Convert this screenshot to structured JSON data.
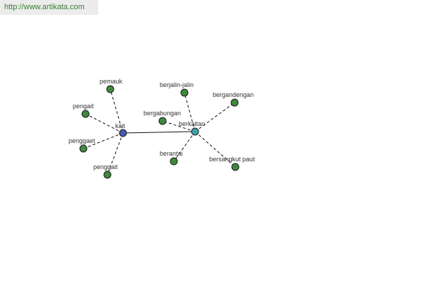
{
  "site_url": "http://www.artikata.com",
  "graph": {
    "hubs": [
      {
        "id": "kait",
        "label": "kait",
        "color": "#4a5aa8"
      },
      {
        "id": "berkaitan",
        "label": "berkaitan",
        "color": "#3f9fa8"
      }
    ],
    "synonyms": [
      {
        "id": "pemauk",
        "label": "pemauk",
        "hub": "kait",
        "color": "#3e8a3e"
      },
      {
        "id": "pengait",
        "label": "pengait",
        "hub": "kait",
        "color": "#3e8a3e"
      },
      {
        "id": "penggaet",
        "label": "penggaet",
        "hub": "kait",
        "color": "#3e8a3e"
      },
      {
        "id": "penggait",
        "label": "penggait",
        "hub": "kait",
        "color": "#3e8a3e"
      },
      {
        "id": "berjalin-jalin",
        "label": "berjalin-jalin",
        "hub": "berkaitan",
        "color": "#3e8a3e"
      },
      {
        "id": "bergandengan",
        "label": "bergandengan",
        "hub": "berkaitan",
        "color": "#3e8a3e"
      },
      {
        "id": "bergabungan",
        "label": "bergabungan",
        "hub": "berkaitan",
        "color": "#3e8a3e"
      },
      {
        "id": "berantai",
        "label": "berantai",
        "hub": "berkaitan",
        "color": "#3e8a3e"
      },
      {
        "id": "bersangkut-paut",
        "label": "bersangkut paut",
        "hub": "berkaitan",
        "color": "#3e8a3e"
      }
    ],
    "links": [
      {
        "from": "kait",
        "to": "berkaitan",
        "style": "solid"
      }
    ]
  }
}
